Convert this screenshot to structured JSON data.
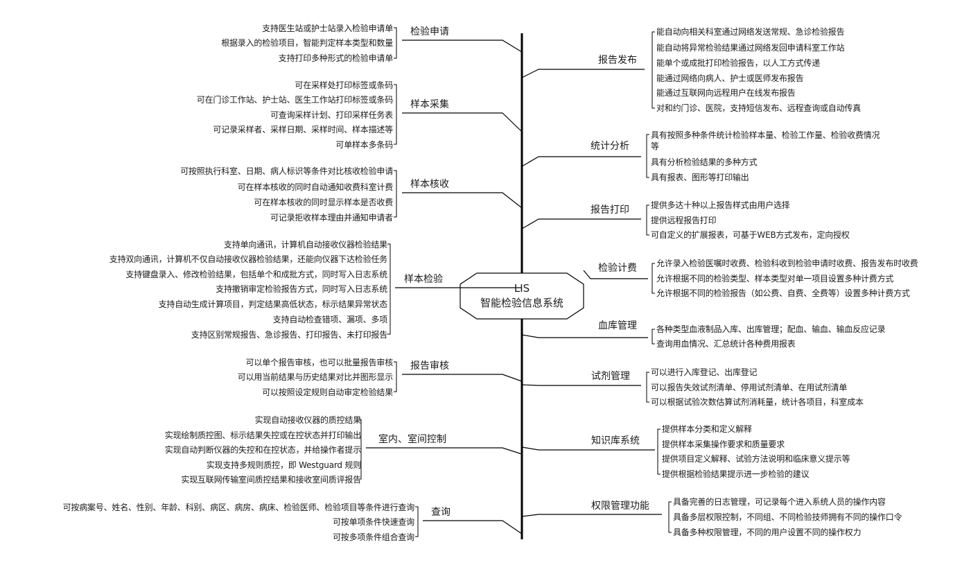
{
  "center": {
    "line1": "LIS",
    "line2": "智能检验信息系统"
  },
  "left_branches": [
    {
      "title": "检验申请",
      "items": [
        "支持医生站或护士站录入检验申请单",
        "根据录入的检验项目，智能判定样本类型和数量",
        "支持打印多种形式的检验申请单"
      ]
    },
    {
      "title": "样本采集",
      "items": [
        "可在采样处打印标签或条码",
        "可在门诊工作站、护士站、医生工作站打印标签或条码",
        "可查询采样计划、打印采样任务表",
        "可记录采样者、采样日期、采样时间、样本描述等",
        "可单样本多条码"
      ]
    },
    {
      "title": "样本核收",
      "items": [
        "可按照执行科室、日期、病人标识等条件对比核收检验申请",
        "可在样本核收的同时自动通知收费科室计费",
        "可在样本核收的同时显示样本是否收费",
        "可记录拒收样本理由并通知申请者"
      ]
    },
    {
      "title": "样本检验",
      "items": [
        "支持单向通讯，计算机自动接收仪器检验结果",
        "支持双向通讯，计算机不仅自动接收仪器检验结果，还能向仪器下达检验任务",
        "支持键盘录入、修改检验结果，包括单个和成批方式，同时写入日志系统",
        "支持撤销审定检验报告方式，同时写入日志系统",
        "支持自动生成计算项目，判定结果高低状态，标示结果异常状态",
        "支持自动检查错项、漏项、多项",
        "支持区别常规报告、急诊报告、打印报告、未打印报告"
      ]
    },
    {
      "title": "报告审核",
      "items": [
        "可以单个报告审核，也可以批量报告审核",
        "可以用当前结果与历史结果对比并图形显示",
        "可以按照设定规则自动审定检验结果"
      ]
    },
    {
      "title": "室内、室间控制",
      "items": [
        "实现自动接收仪器的质控结果",
        "实现绘制质控图、标示结果失控或在控状态并打印输出",
        "实现自动判断仪器的失控和在控状态，并给操作者提示",
        "实现支持多规则质控，即 Westguard 规则",
        "实现互联网传输室间质控结果和接收室间质评报告"
      ]
    },
    {
      "title": "查询",
      "items": [
        "可按病案号、姓名、性别、年龄、科别、病区、病房、病床、检验医师、检验项目等条件进行查询",
        "可按单项条件快速查询",
        "可按多项条件组合查询"
      ]
    }
  ],
  "right_branches": [
    {
      "title": "报告发布",
      "items": [
        "能自动向相关科室通过网络发送常规、急诊检验报告",
        "能自动将异常检验结果通过网络发回申请科室工作站",
        "能单个或成批打印检验报告，以人工方式传递",
        "能通过网络向病人、护士或医师发布报告",
        "能通过互联网向远程用户在线发布报告",
        "对和约门诊、医院，支持短信发布、远程查询或自动传真"
      ]
    },
    {
      "title": "统计分析",
      "items": [
        "具有按照多种条件统计检验样本量、检验工作量、检验收费情况等",
        "具有分析检验结果的多种方式",
        "具有报表、图形等打印输出"
      ]
    },
    {
      "title": "报告打印",
      "items": [
        "提供多达十种以上报告样式由用户选择",
        "提供远程报告打印",
        "可自定义的扩展报表，可基于WEB方式发布，定向授权"
      ]
    },
    {
      "title": "检验计费",
      "items": [
        "允许录入检验医嘱时收费、检验科收到检验申请时收费、报告发布时收费",
        "允许根据不同的检验类型、样本类型对单一项目设置多种计费方式",
        "允许根据不同的检验报告（如公费、自费、全费等）设置多种计费方式"
      ]
    },
    {
      "title": "血库管理",
      "items": [
        "各种类型血液制品入库、出库管理；配血、输血、输血反应记录",
        "查询用血情况、汇总统计各种费用报表"
      ]
    },
    {
      "title": "试剂管理",
      "items": [
        "可以进行入库登记、出库登记",
        "可以报告失效试剂清单、停用试剂清单、在用试剂清单",
        "可以根据试验次数估算试剂消耗量，统计各项目，科室成本"
      ]
    },
    {
      "title": "知识库系统",
      "items": [
        "提供样本分类和定义解释",
        "提供样本采集操作要求和质量要求",
        "提供项目定义解释、试验方法说明和临床意义提示等",
        "提供根据检验结果提示进一步检验的建议"
      ]
    },
    {
      "title": "权限管理功能",
      "items": [
        "具备完善的日志管理，可记录每个进入系统人员的操作内容",
        "具备多层权限控制，不同组、不同检验技师拥有不同的操作口令",
        "具备多种权限管理，不同的用户设置不同的操作权力"
      ]
    }
  ]
}
